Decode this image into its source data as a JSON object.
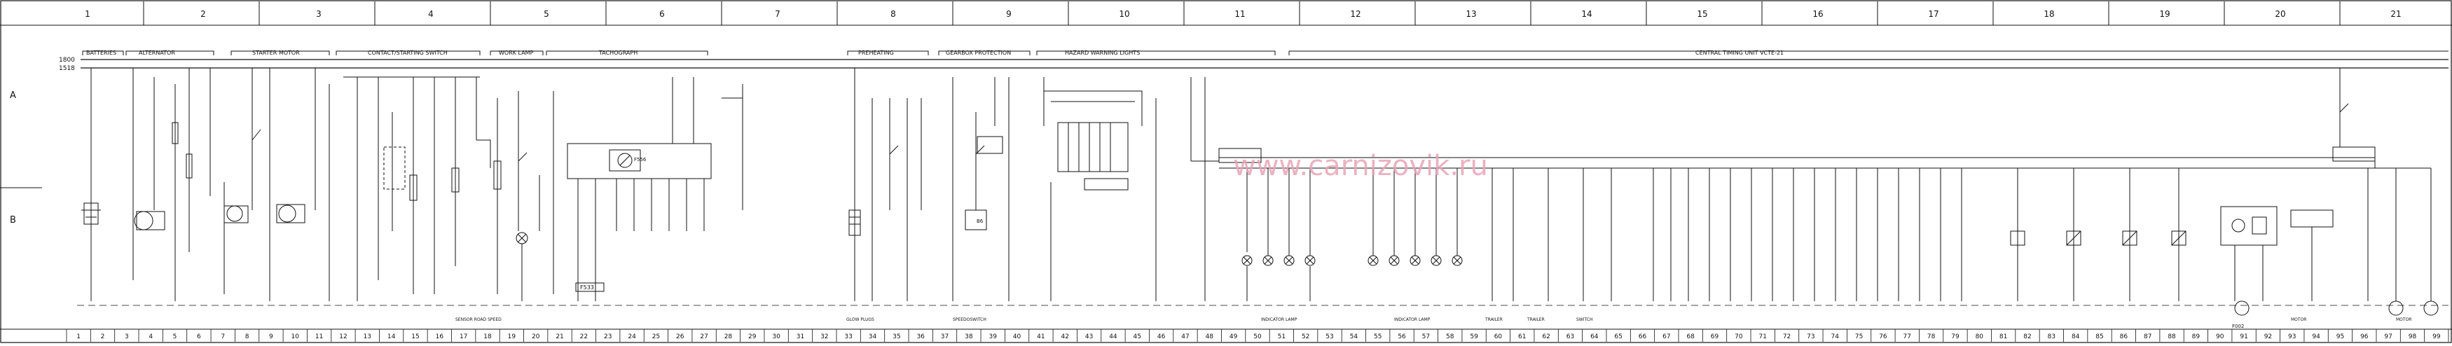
{
  "zones": [
    "1",
    "2",
    "3",
    "4",
    "5",
    "6",
    "7",
    "8",
    "9",
    "10",
    "11",
    "12",
    "13",
    "14",
    "15",
    "16",
    "17",
    "18",
    "19",
    "20",
    "21"
  ],
  "row_labels": [
    "A",
    "B"
  ],
  "rails": [
    "1800",
    "1518"
  ],
  "section_titles": [
    "BATTERIES",
    "ALTERNATOR",
    "STARTER MOTOR",
    "CONTACT/STARTING SWITCH",
    "WORK LAMP",
    "TACHOGRAPH",
    "PREHEATING",
    "GEARBOX PROTECTION",
    "HAZARD WARNING LIGHTS",
    "CENTRAL TIMING UNIT VCTE-21"
  ],
  "components": [
    "F533",
    "F556",
    "B6",
    "F002"
  ],
  "bottom_labels": [
    "SENSOR ROAD SPEED",
    "GLOW PLUGS",
    "SPEEDOSWITCH",
    "INDICATOR LAMP",
    "INDICATOR LAMP",
    "TRAILER",
    "TRAILER",
    "SWITCH",
    "MOTOR",
    "MOTOR"
  ],
  "watermark": "www.carnizovik.ru",
  "colors": {
    "ink": "#111111",
    "watermark": "#e8a5b8",
    "paper": "#ffffff"
  }
}
